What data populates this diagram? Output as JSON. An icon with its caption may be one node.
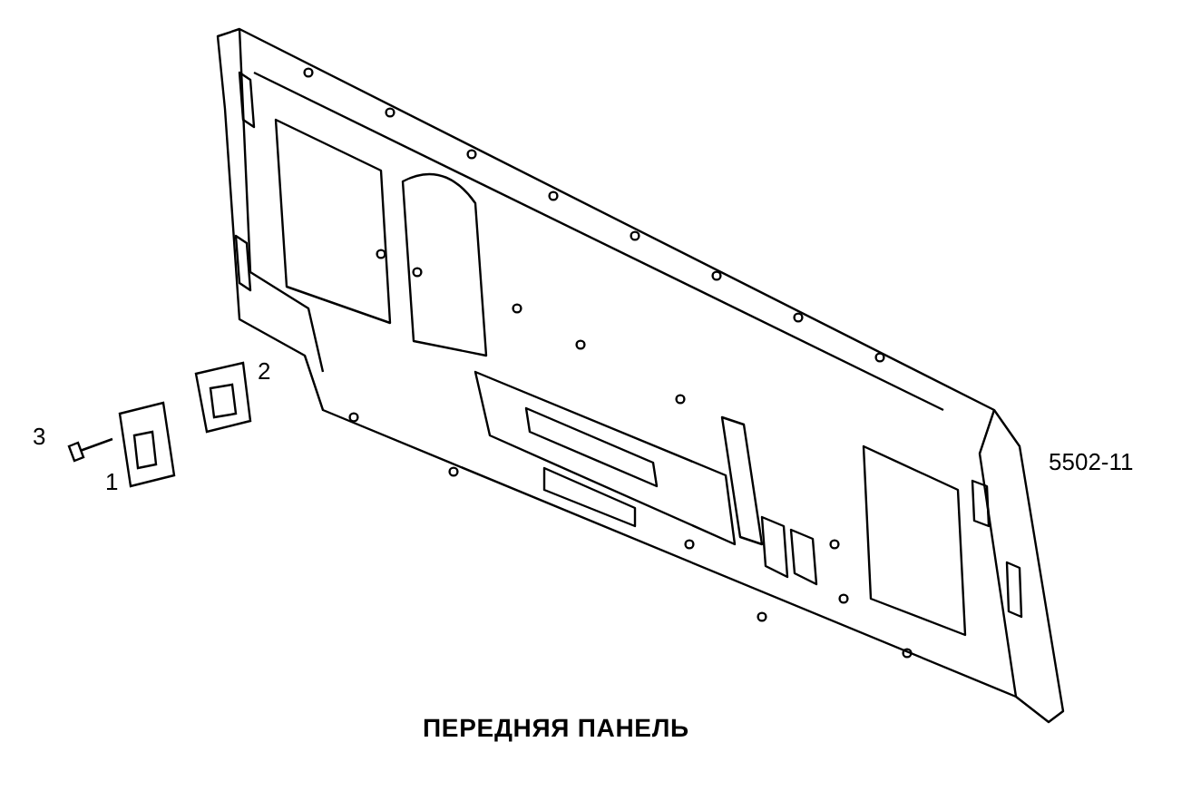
{
  "diagram": {
    "caption": "ПЕРЕДНЯЯ ПАНЕЛЬ",
    "labels": [
      "2",
      "3",
      "5502-11",
      "1"
    ]
  }
}
